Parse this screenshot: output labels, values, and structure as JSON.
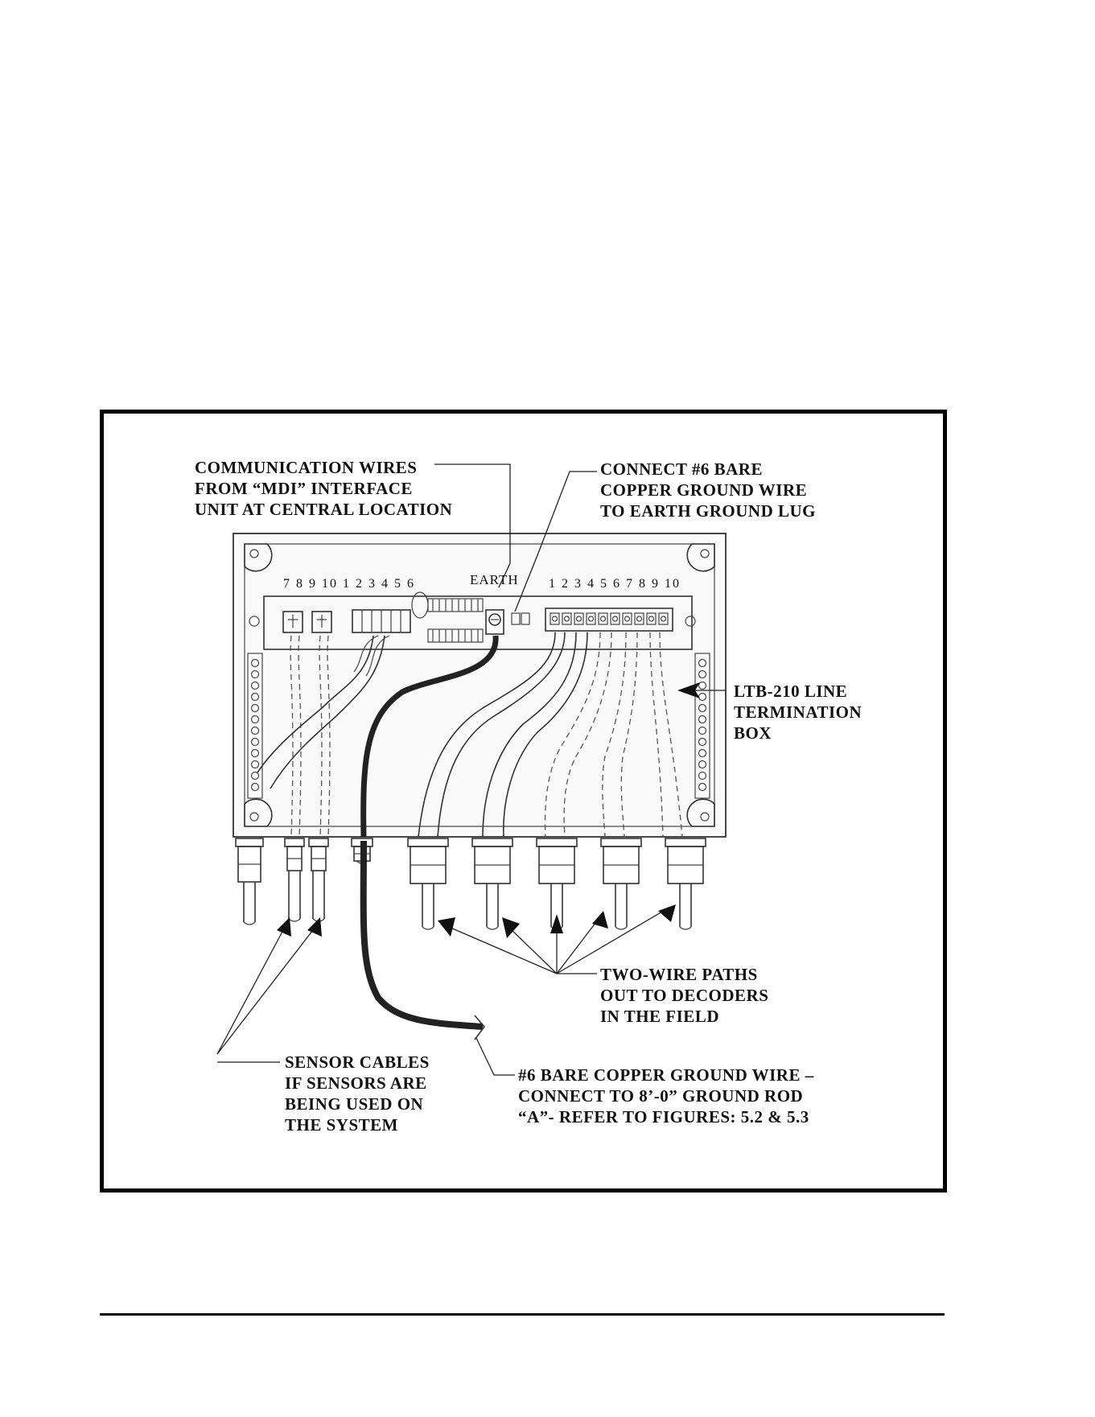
{
  "labels": {
    "comm_wires": [
      "COMMUNICATION WIRES",
      "FROM “MDI” INTERFACE",
      "UNIT AT CENTRAL LOCATION"
    ],
    "ground_connect": [
      "CONNECT #6 BARE",
      "COPPER GROUND WIRE",
      "TO EARTH GROUND LUG"
    ],
    "ltb": [
      "LTB-210 LINE",
      "TERMINATION",
      "BOX"
    ],
    "two_wire": [
      "TWO-WIRE PATHS",
      "OUT TO DECODERS",
      "IN THE FIELD"
    ],
    "sensor": [
      "SENSOR CABLES",
      "IF SENSORS ARE",
      "BEING USED ON",
      "THE SYSTEM"
    ],
    "ground_wire": [
      "#6 BARE COPPER GROUND WIRE –",
      "CONNECT TO 8’-0” GROUND ROD",
      "“A”- REFER TO FIGURES: 5.2 & 5.3"
    ]
  },
  "terminals": {
    "left_numbers": "7 8 9 10  1 2 3 4 5 6",
    "earth": "EARTH",
    "right_numbers": "1 2 3 4 5 6 7 8 9 10"
  }
}
